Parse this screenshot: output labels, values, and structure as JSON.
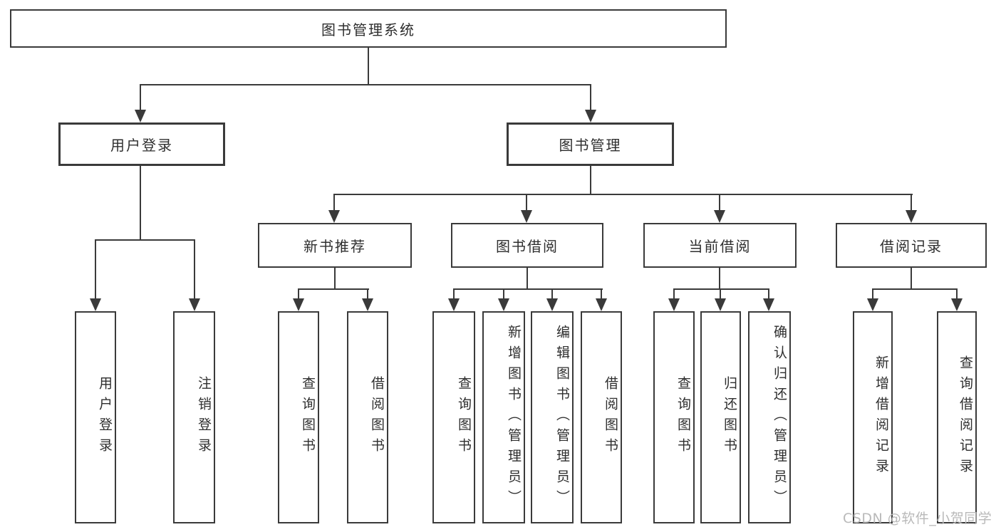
{
  "diagram": {
    "type": "hierarchy-chart",
    "colors": {
      "line": "#3a3a3a",
      "text": "#2e2e2e",
      "box_background": "#ffffff",
      "watermark": "#b9b9b9"
    },
    "tree": {
      "label": "图书管理系统",
      "children": [
        {
          "label": "用户登录",
          "children": [
            {
              "label": "用户登录"
            },
            {
              "label": "注销登录"
            }
          ]
        },
        {
          "label": "图书管理",
          "children": [
            {
              "label": "新书推荐",
              "children": [
                {
                  "label": "查询图书"
                },
                {
                  "label": "借阅图书"
                }
              ]
            },
            {
              "label": "图书借阅",
              "children": [
                {
                  "label": "查询图书"
                },
                {
                  "label": "新增图书（管理员）"
                },
                {
                  "label": "编辑图书（管理员）"
                },
                {
                  "label": "借阅图书"
                }
              ]
            },
            {
              "label": "当前借阅",
              "children": [
                {
                  "label": "查询图书"
                },
                {
                  "label": "归还图书"
                },
                {
                  "label": "确认归还（管理员）"
                }
              ]
            },
            {
              "label": "借阅记录",
              "children": [
                {
                  "label": "新增借阅记录"
                },
                {
                  "label": "查询借阅记录"
                }
              ]
            }
          ]
        }
      ]
    },
    "watermark": {
      "text": "CSDN @软件_小贺同学"
    }
  }
}
